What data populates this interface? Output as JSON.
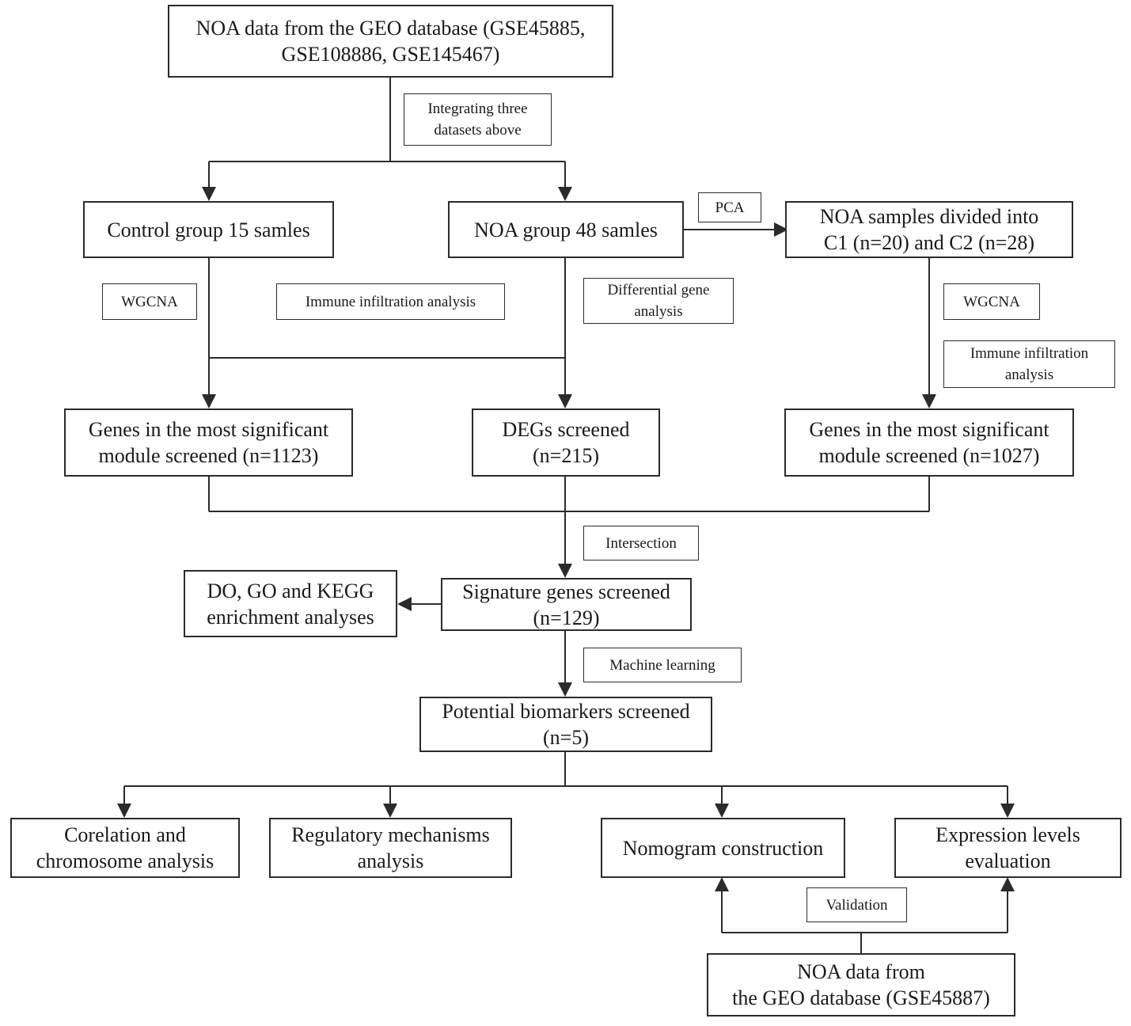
{
  "nodes": {
    "source": "NOA data from the GEO database (GSE45885,\nGSE108886, GSE145467)",
    "control": "Control group 15 samles",
    "noa_group": "NOA group  48 samles",
    "noa_divided": "NOA samples divided into\nC1 (n=20) and C2 (n=28)",
    "genes_left": "Genes in the most significant\nmodule  screened (n=1123)",
    "degs": "DEGs screened\n(n=215)",
    "genes_right": "Genes in the most significant\nmodule  screened (n=1027)",
    "signature": "Signature genes screened\n(n=129)",
    "enrichment": "DO, GO and KEGG\nenrichment analyses",
    "biomarkers": "Potential biomarkers screened\n(n=5)",
    "corelation": "Corelation and\nchromosome analysis",
    "regulatory": "Regulatory mechanisms\nanalysis",
    "nomogram": "Nomogram construction",
    "expression": "Expression levels\nevaluation",
    "validation_source": "NOA data from\nthe GEO database (GSE45887)"
  },
  "labels": {
    "integrating": "Integrating three\ndatasets above",
    "pca": "PCA",
    "wgcna_left": "WGCNA",
    "immune_left": "Immune infiltration analysis",
    "differential": "Differential gene\nanalysis",
    "wgcna_right": "WGCNA",
    "immune_right": "Immune infiltration\nanalysis",
    "intersection": "Intersection",
    "machine_learning": "Machine learning",
    "validation": "Validation"
  }
}
